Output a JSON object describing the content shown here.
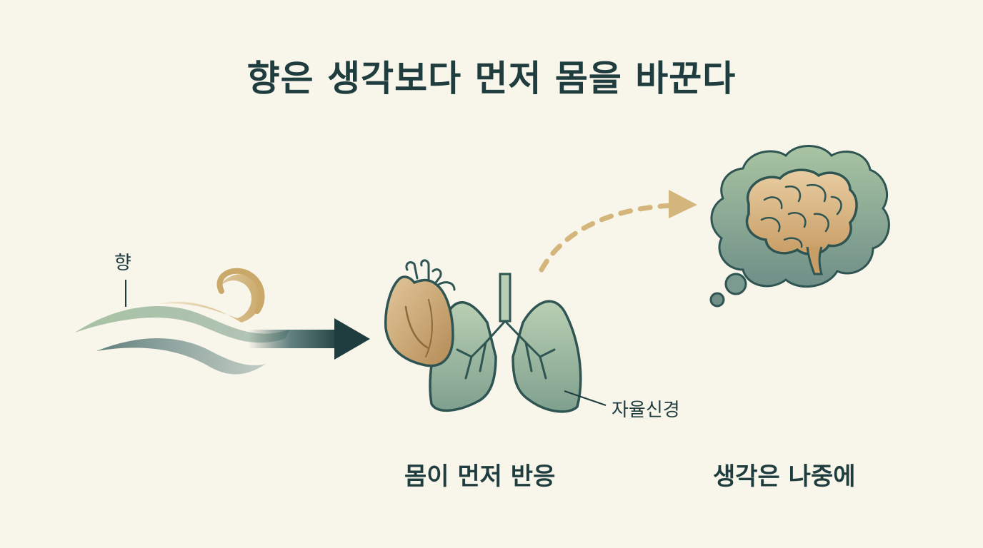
{
  "title": "향은 생각보다 먼저 몸을 바꾼다",
  "labels": {
    "scent": "향",
    "autonomic": "자율신경",
    "body_first": "몸이 먼저 반응",
    "thought_later": "생각은 나중에"
  },
  "colors": {
    "dark_teal": "#1f3d3e",
    "sage": "#9cb89e",
    "slate": "#6b8a87",
    "gold": "#c9a86a",
    "tan": "#d9b88a",
    "background": "#f8f5ea"
  }
}
